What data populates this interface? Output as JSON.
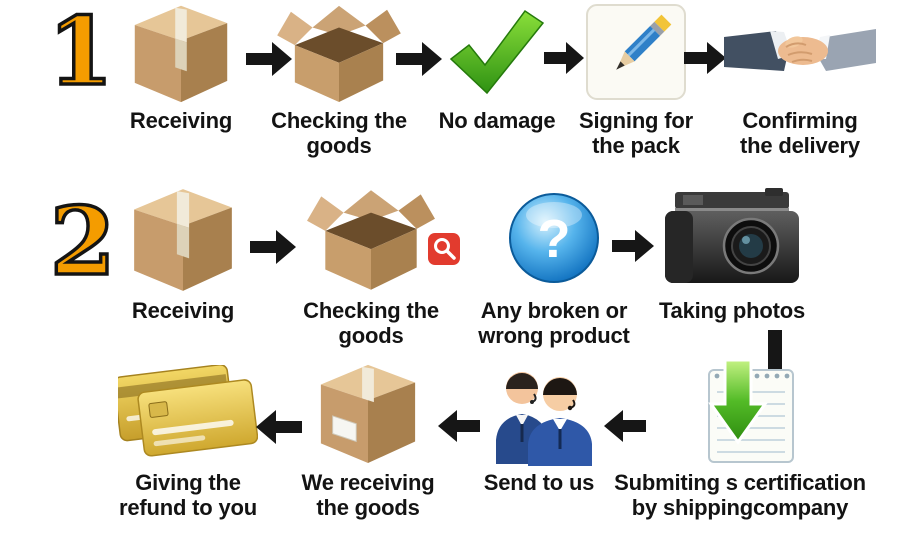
{
  "colors": {
    "background": "#ffffff",
    "arrow": "#161616",
    "step_number": "#f49c00",
    "label_text": "#131313",
    "check_green": "#3fa81d",
    "question_blue": "#1177c4",
    "card_gold": "#e3bf4d",
    "badge_red": "#e23b2e"
  },
  "icons": {
    "question_glyph": "?",
    "closed_box": "cardboard box",
    "open_box": "open cardboard box",
    "checkmark": "green check",
    "signing_pad": "pencil on notepad",
    "handshake": "handshake",
    "question_ball": "blue question ball",
    "camera": "photo camera",
    "magnifier_badge": "red magnifier badge",
    "credit_cards": "gold credit cards",
    "shipping_box": "cardboard box with label",
    "support_agents": "customer service agents",
    "certification": "notepad with green download arrow",
    "arrow_right": "➜",
    "arrow_left": "⬅",
    "arrow_down_left": "↓"
  },
  "rows": [
    {
      "number": "1",
      "steps": [
        {
          "name": "receiving",
          "label": "Receiving"
        },
        {
          "name": "checking-goods",
          "label": "Checking the\ngoods"
        },
        {
          "name": "no-damage",
          "label": "No damage"
        },
        {
          "name": "signing",
          "label": "Signing for\nthe pack"
        },
        {
          "name": "confirming",
          "label": "Confirming\nthe delivery"
        }
      ]
    },
    {
      "number": "2",
      "steps": [
        {
          "name": "receiving",
          "label": "Receiving"
        },
        {
          "name": "checking-goods",
          "label": "Checking the\ngoods"
        },
        {
          "name": "broken-product",
          "label": "Any broken or\nwrong product"
        },
        {
          "name": "taking-photos",
          "label": "Taking photos"
        }
      ]
    },
    {
      "steps": [
        {
          "name": "refund",
          "label": "Giving the\nrefund to you"
        },
        {
          "name": "we-receiving",
          "label": "We receiving\nthe goods"
        },
        {
          "name": "send-to-us",
          "label": "Send to us"
        },
        {
          "name": "submitting-certification",
          "label": "Submiting s certification\nby shippingcompany"
        }
      ]
    }
  ]
}
